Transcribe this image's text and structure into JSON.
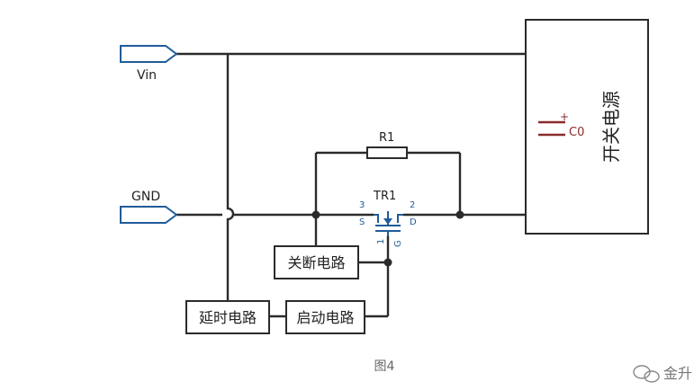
{
  "ports": {
    "vin": "Vin",
    "gnd": "GND"
  },
  "components": {
    "resistor": "R1",
    "transistor": "TR1",
    "pin_source_num": "3",
    "pin_source_name": "S",
    "pin_drain_num": "2",
    "pin_drain_name": "D",
    "pin_gate_num": "1",
    "pin_gate_name": "G",
    "capacitor": "C0",
    "capacitor_polarity": "+"
  },
  "blocks": {
    "switch_power": "开关电源",
    "shutdown": "关断电路",
    "delay": "延时电路",
    "startup": "启动电路"
  },
  "caption": "图4",
  "watermark": "金升",
  "colors": {
    "wire": "#2b2b2b",
    "port": "#1f5c99",
    "mosfet": "#1f5c99",
    "capacitor": "#8b2b2b"
  }
}
